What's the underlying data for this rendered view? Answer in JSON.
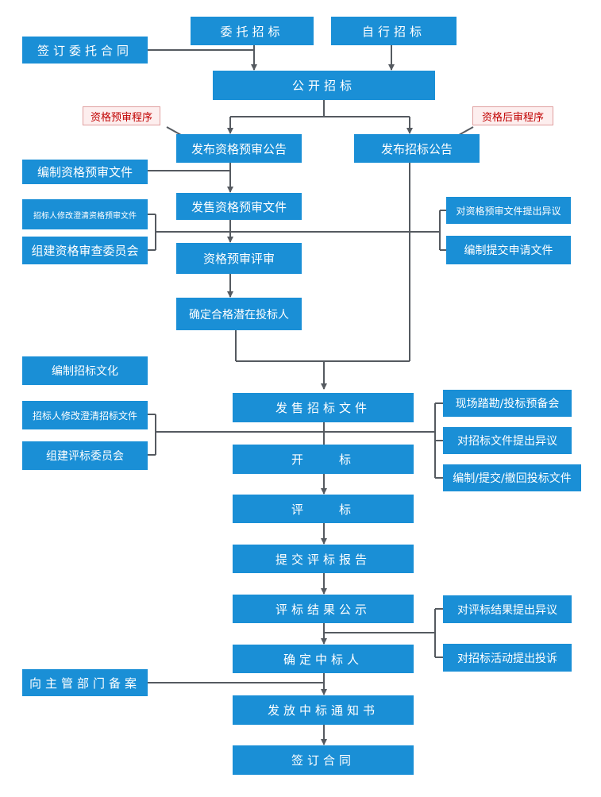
{
  "boxes": {
    "weituo": "委托招标",
    "zixing": "自行招标",
    "qianding_weituo": "签订委托合同",
    "gongkai": "公开招标",
    "fabu_yushen": "发布资格预审公告",
    "fabu_zhaobiao": "发布招标公告",
    "bianzhi_yushen": "编制资格预审文件",
    "fashou_yushen": "发售资格预审文件",
    "xiugai_yushen": "招标人修改澄清资格预审文件",
    "zujian_shencha": "组建资格审查委员会",
    "yiyi_yushen": "对资格预审文件提出异议",
    "bianzhi_shenqing": "编制提交申请文件",
    "yushen_pingshen": "资格预审评审",
    "queding_qianzai": "确定合格潜在投标人",
    "bianzhi_zhaobiao": "编制招标文化",
    "fashou_zhaobiao": "发售招标文件",
    "xiugai_zhaobiao": "招标人修改澄清招标文件",
    "zujian_pingbiao": "组建评标委员会",
    "kantan": "现场踏勘/投标预备会",
    "yiyi_zhaobiao": "对招标文件提出异议",
    "toubiao_wenjian": "编制/提交/撤回投标文件",
    "kaibiao": "开　　标",
    "pingbiao": "评　　标",
    "baogao": "提交评标报告",
    "gongshi": "评标结果公示",
    "yiyi_jieguo": "对评标结果提出异议",
    "tousu": "对招标活动提出投诉",
    "zhongbiao": "确定中标人",
    "beian": "向主管部门备案",
    "tongzhi": "发放中标通知书",
    "hetong": "签订合同"
  },
  "tags": {
    "yushen_chengxu": "资格预审程序",
    "houshen_chengxu": "资格后审程序"
  },
  "colors": {
    "box": "#1a8fd6",
    "line": "#555a60",
    "tag_text": "#c00000"
  }
}
